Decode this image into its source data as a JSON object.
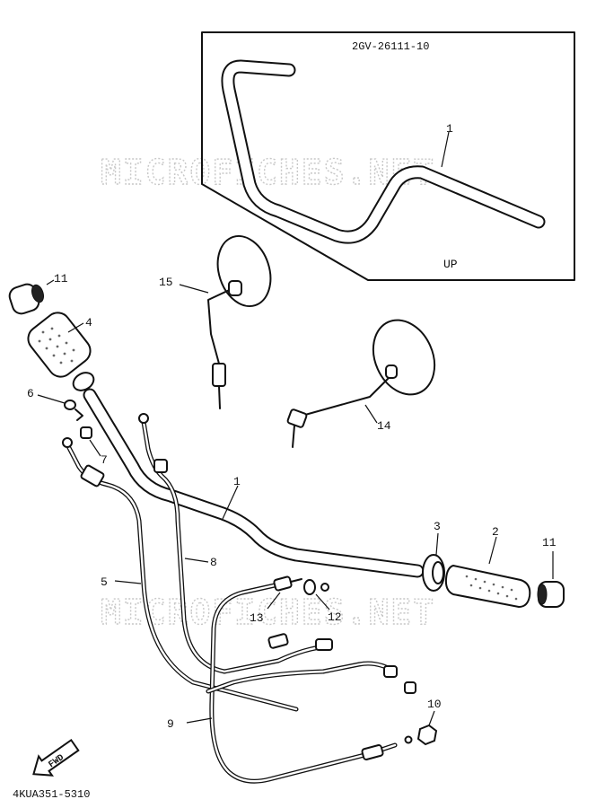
{
  "diagram": {
    "part_number_code": "2GV-26111-10",
    "orientation_label": "UP",
    "direction_badge": "FWD",
    "drawing_code": "4KUA351-5310",
    "watermark": "MICROFICHES.NET",
    "callouts": {
      "c1_top": "1",
      "c1_main": "1",
      "c2": "2",
      "c3": "3",
      "c4": "4",
      "c5": "5",
      "c6": "6",
      "c7": "7",
      "c8": "8",
      "c9": "9",
      "c10": "10",
      "c11_left": "11",
      "c11_right": "11",
      "c12": "12",
      "c13": "13",
      "c14": "14",
      "c15": "15"
    }
  }
}
